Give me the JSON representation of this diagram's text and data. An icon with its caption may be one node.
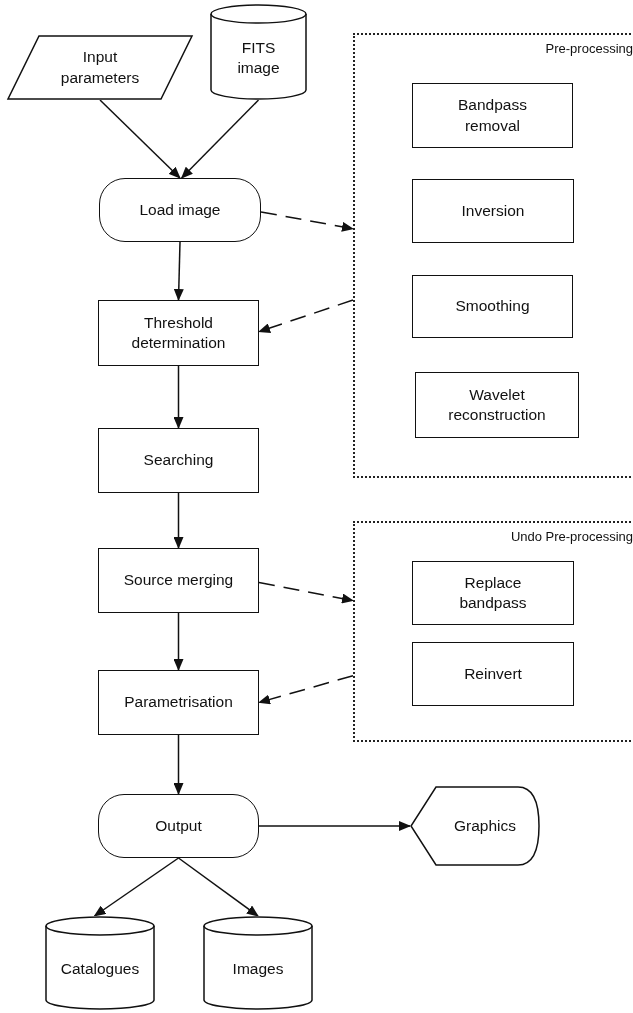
{
  "diagram": {
    "nodes": [
      {
        "text": [
          "Input parameters"
        ]
      },
      {
        "text": [
          "FITS image"
        ]
      },
      {
        "text": [
          "Load image"
        ]
      },
      {
        "text": [
          "Pre-processing"
        ]
      },
      {
        "text": [
          "Bandpass removal"
        ],
        "in": 3
      },
      {
        "text": [
          "Inversion"
        ],
        "in": 3
      },
      {
        "text": [
          "Smoothing"
        ],
        "in": 3
      },
      {
        "text": [
          "Wavelet reconstruction"
        ],
        "in": 3
      },
      {
        "text": [
          "Threshold determination"
        ]
      },
      {
        "text": [
          "Searching"
        ]
      },
      {
        "text": [
          "Source merging"
        ]
      },
      {
        "text": [
          "Undo Pre-processing"
        ]
      },
      {
        "text": [
          "Replace bandpass"
        ],
        "in": 11
      },
      {
        "text": [
          "Reinvert"
        ],
        "in": 11
      },
      {
        "text": [
          "Parametrisation"
        ]
      },
      {
        "text": [
          "Output"
        ]
      },
      {
        "text": [
          "Graphics"
        ]
      },
      {
        "text": [
          "Catalogues"
        ]
      },
      {
        "text": [
          "Images"
        ]
      }
    ],
    "edges": [
      {
        "from": 0,
        "to": 2,
        "arrow": "to"
      },
      {
        "from": 1,
        "to": 2,
        "arrow": "to"
      },
      {
        "from": 2,
        "to": 3,
        "arrow": "to",
        "style": "dashed"
      },
      {
        "from": 2,
        "to": 8,
        "arrow": "to"
      },
      {
        "from": 3,
        "to": 8,
        "arrow": "to",
        "style": "dashed"
      },
      {
        "from": 8,
        "to": 9,
        "arrow": "to"
      },
      {
        "from": 9,
        "to": 10,
        "arrow": "to"
      },
      {
        "from": 10,
        "to": 11,
        "arrow": "to",
        "style": "dashed"
      },
      {
        "from": 10,
        "to": 14,
        "arrow": "to"
      },
      {
        "from": 11,
        "to": 14,
        "arrow": "to",
        "style": "dashed"
      },
      {
        "from": 14,
        "to": 15,
        "arrow": "to"
      },
      {
        "from": 15,
        "to": 16,
        "arrow": "to"
      },
      {
        "from": 15,
        "to": 17,
        "arrow": "to"
      },
      {
        "from": 15,
        "to": 18,
        "arrow": "to"
      }
    ]
  }
}
